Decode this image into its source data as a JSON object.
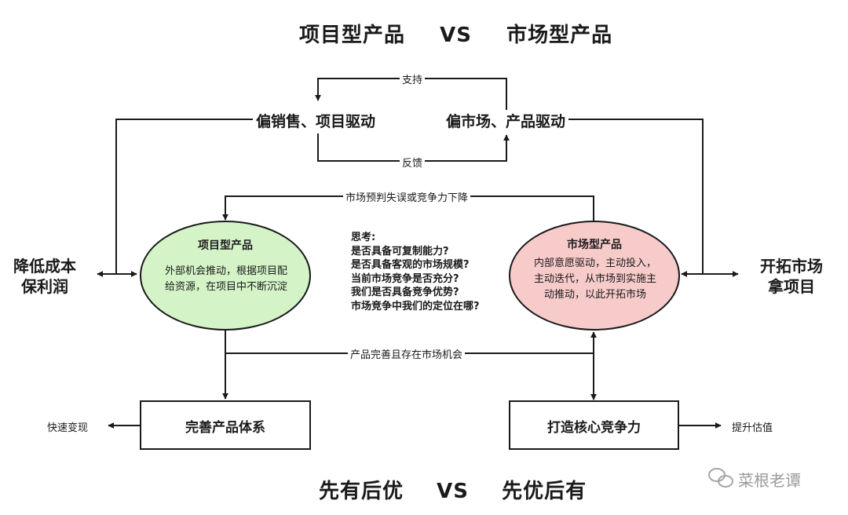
{
  "title_top": {
    "left": "项目型产品",
    "vs": "VS",
    "right": "市场型产品"
  },
  "title_bottom": {
    "left": "先有后优",
    "vs": "VS",
    "right": "先优后有"
  },
  "top_flow": {
    "left_node": "偏销售、项目驱动",
    "right_node": "偏市场、产品驱动",
    "support_label": "支持",
    "feedback_label": "反馈"
  },
  "side_left": {
    "line1": "降低成本",
    "line2": "保利润"
  },
  "side_right": {
    "line1": "开拓市场",
    "line2": "拿项目"
  },
  "edge_labels": {
    "misjudge": "市场预判失误或竞争力下降",
    "improve": "产品完善且存在市场机会"
  },
  "ellipse_left": {
    "title": "项目型产品",
    "body": "外部机会推动，根据项目配给资源，在项目中不断沉淀",
    "fill": "#d4f4c8"
  },
  "ellipse_right": {
    "title": "市场型产品",
    "body": "内部意愿驱动，主动投入，主动迭代，从市场到实施主动推动，以此开拓市场",
    "fill": "#f8cbcb"
  },
  "thinking": {
    "heading": "思考:",
    "questions": [
      "是否具备可复制能力?",
      "是否具备客观的市场规模?",
      "当前市场竞争是否充分?",
      "我们是否具备竞争优势?",
      "市场竞争中我们的定位在哪?"
    ]
  },
  "boxes": {
    "left": "完善产品体系",
    "right": "打造核心竞争力"
  },
  "outcomes": {
    "left": "快速变现",
    "right": "提升估值"
  },
  "watermark": "菜根老谭"
}
